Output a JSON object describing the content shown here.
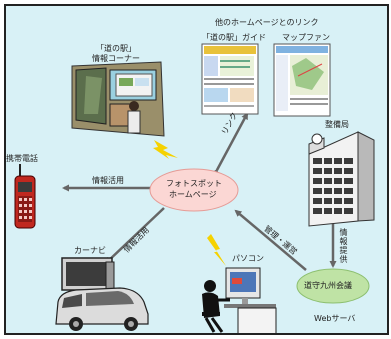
{
  "title": "他のホームページとのリンク",
  "nodes": {
    "center": [
      "フォトスポット",
      "ホームページ"
    ],
    "info_corner": [
      "「道の駅」",
      "情報コーナー"
    ],
    "michi_guide": "「道の駅」ガイド",
    "map_fan": "マップファン",
    "seibikyoku": "整備局",
    "keitai": "携帯電話",
    "carnavi": "カーナビ",
    "pasokon": "パソコン",
    "kaigi": "道守九州会議",
    "webserver": "Webサーバ"
  },
  "edges": {
    "link": "リンク",
    "info_use_phone": "情報活用",
    "info_use_nav": "情報活用",
    "kanri_unei": "管理・運営",
    "joho_teikyo": "情報提供"
  },
  "colors": {
    "background": "#d8f1f6",
    "center_fill": "#fbd7d4",
    "kaigi_fill": "#bfe3a5",
    "arrow": "#666666",
    "lightning": "#f5d200"
  }
}
